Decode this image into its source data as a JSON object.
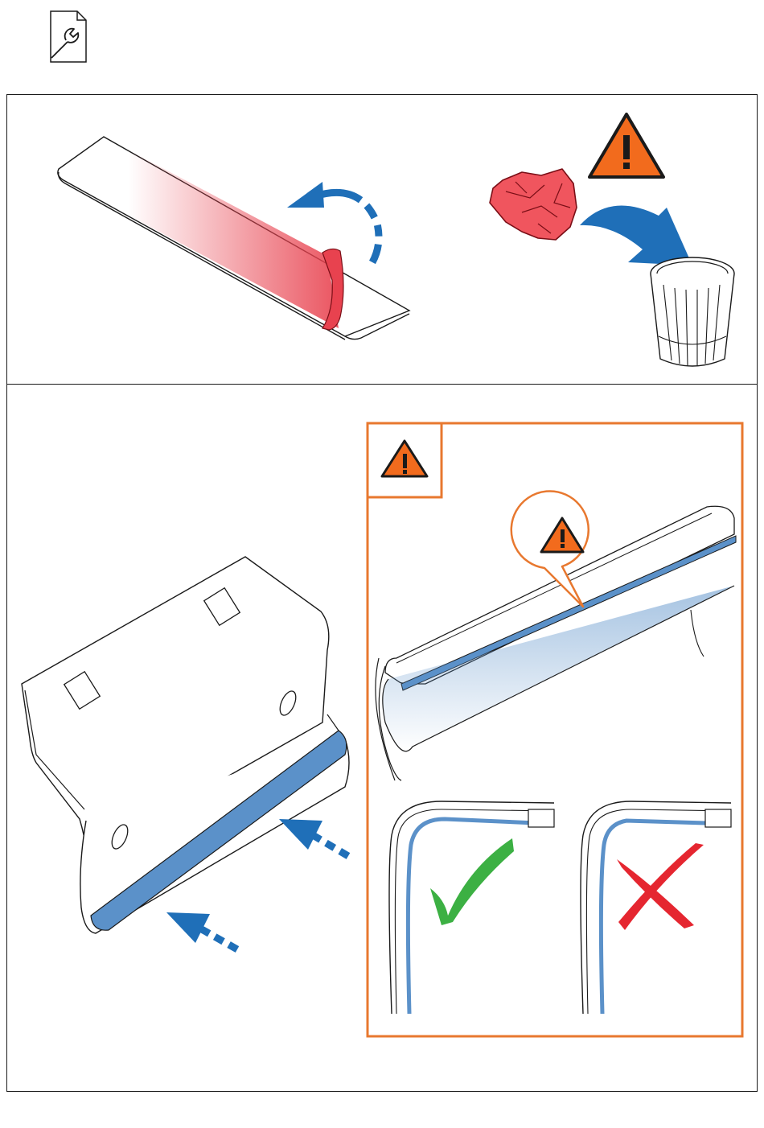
{
  "header": {
    "icon": "wrench-document-icon"
  },
  "colors": {
    "warning_orange": "#f26b1d",
    "frame_orange": "#e8782f",
    "tape_red": "#e8424f",
    "tape_blue": "#5b91c9",
    "arrow_blue": "#1f6fb8",
    "check_green": "#3cb043",
    "cross_red": "#e52630",
    "line": "#1a1a1a"
  },
  "panels": {
    "top": {
      "steps": [
        "peel-liner",
        "discard-liner"
      ],
      "icons": [
        "warning-icon",
        "crumpled-liner-icon",
        "trash-can-icon",
        "curved-arrow-icon"
      ]
    },
    "bottom": {
      "steps": [
        "apply-tape-to-bracket"
      ],
      "icons": [
        "warning-icon",
        "dashed-arrow-icon",
        "check-icon",
        "cross-icon"
      ]
    }
  }
}
